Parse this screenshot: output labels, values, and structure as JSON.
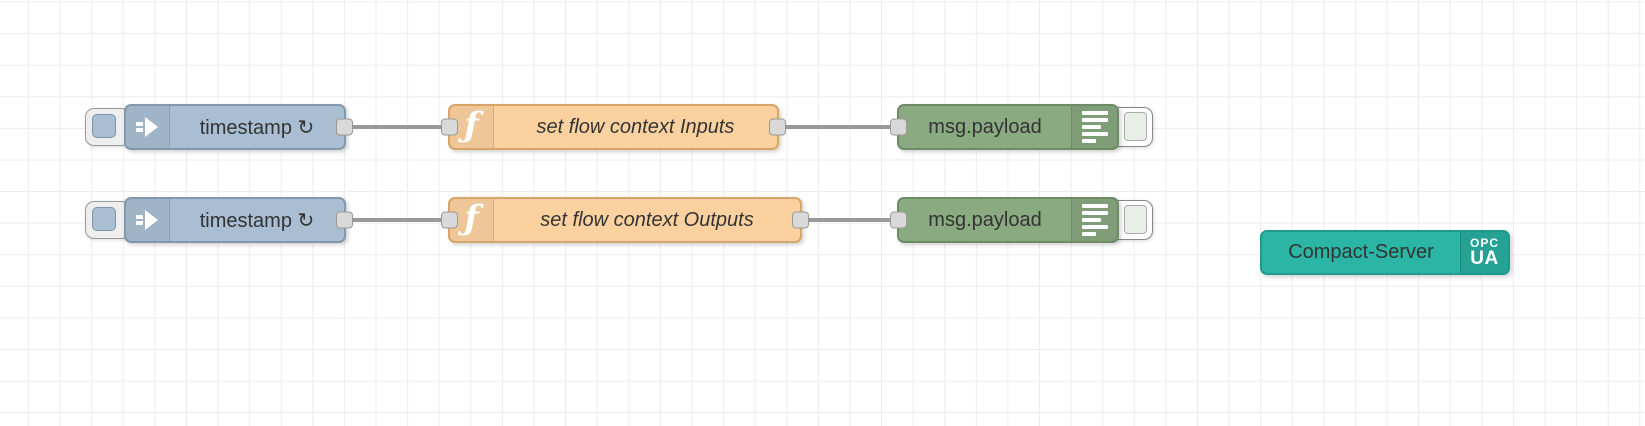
{
  "app": "node-red-flow-editor",
  "flow": {
    "nodes": {
      "inject1": {
        "type": "inject",
        "label": "timestamp ↻"
      },
      "inject2": {
        "type": "inject",
        "label": "timestamp ↻"
      },
      "function1": {
        "type": "function",
        "label": "set flow context Inputs"
      },
      "function2": {
        "type": "function",
        "label": "set flow context Outputs"
      },
      "debug1": {
        "type": "debug",
        "label": "msg.payload"
      },
      "debug2": {
        "type": "debug",
        "label": "msg.payload"
      },
      "opcua": {
        "type": "opcua-compact-server",
        "label": "Compact-Server",
        "badge_top": "OPC",
        "badge_bottom": "UA"
      }
    },
    "icons": {
      "function_glyph": "ƒ"
    },
    "connections": [
      "inject1 → function1",
      "function1 → debug1",
      "inject2 → function2",
      "function2 → debug2"
    ],
    "colors": {
      "inject": "#a9bed3",
      "function": "#fbd1a0",
      "debug": "#8aab81",
      "opcua": "#2bb5a5",
      "wire": "#999999",
      "port": "#d9d9d9",
      "grid": "#ececec"
    }
  }
}
